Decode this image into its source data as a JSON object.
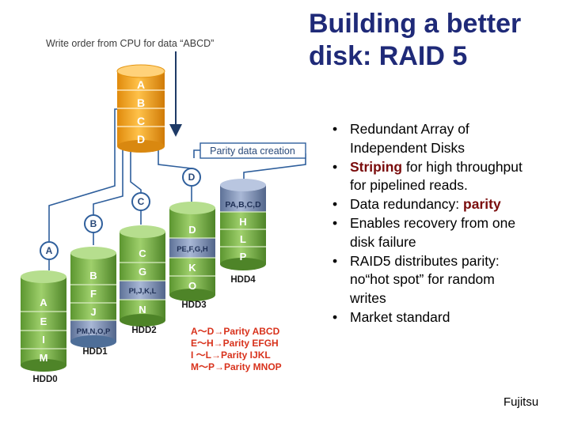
{
  "title": {
    "line1": "Building a better",
    "line2": "disk: RAID 5"
  },
  "bullets": [
    {
      "line1": "Redundant Array of",
      "line2": "Independent Disks"
    },
    {
      "emph": "Striping",
      "rest1": " for high throughput",
      "line2": "for pipelined reads."
    },
    {
      "plain": "Data redundancy: ",
      "emph": "parity"
    },
    {
      "line1": "Enables recovery from one",
      "line2": "disk failure"
    },
    {
      "line1": "RAID5 distributes parity:",
      "line2": "no“hot spot” for random",
      "line3": "writes"
    },
    {
      "line1": "Market standard"
    }
  ],
  "footer": "Fujitsu",
  "diagram": {
    "caption": "Write order from CPU for data “ABCD”",
    "cpu_stack": [
      "A",
      "B",
      "C",
      "D"
    ],
    "parity_creation": "Parity data creation",
    "bubbles": [
      "A",
      "B",
      "C",
      "D"
    ],
    "disks": [
      {
        "name": "HDD0",
        "blocks": [
          "A",
          "E",
          "I",
          "M"
        ]
      },
      {
        "name": "HDD1",
        "blocks": [
          "B",
          "F",
          "J",
          "PM,N,O,P"
        ]
      },
      {
        "name": "HDD2",
        "blocks": [
          "C",
          "G",
          "PI,J,K,L",
          "N"
        ]
      },
      {
        "name": "HDD3",
        "blocks": [
          "D",
          "PE,F,G,H",
          "K",
          "O"
        ]
      },
      {
        "name": "HDD4",
        "blocks": [
          "PA,B,C,D",
          "H",
          "L",
          "P"
        ]
      }
    ],
    "legend": [
      "A～D→Parity ABCD",
      "E～H→Parity EFGH",
      "I ～L→Parity IJKL",
      "M～P→Parity MNOP"
    ],
    "colors": {
      "disk": "#74ac3e",
      "disk_light": "#a6d47a",
      "parity": "#7c90b4",
      "cpu": "#f0a31c",
      "line": "#2f5f9c",
      "legend": "#d8321c"
    }
  }
}
